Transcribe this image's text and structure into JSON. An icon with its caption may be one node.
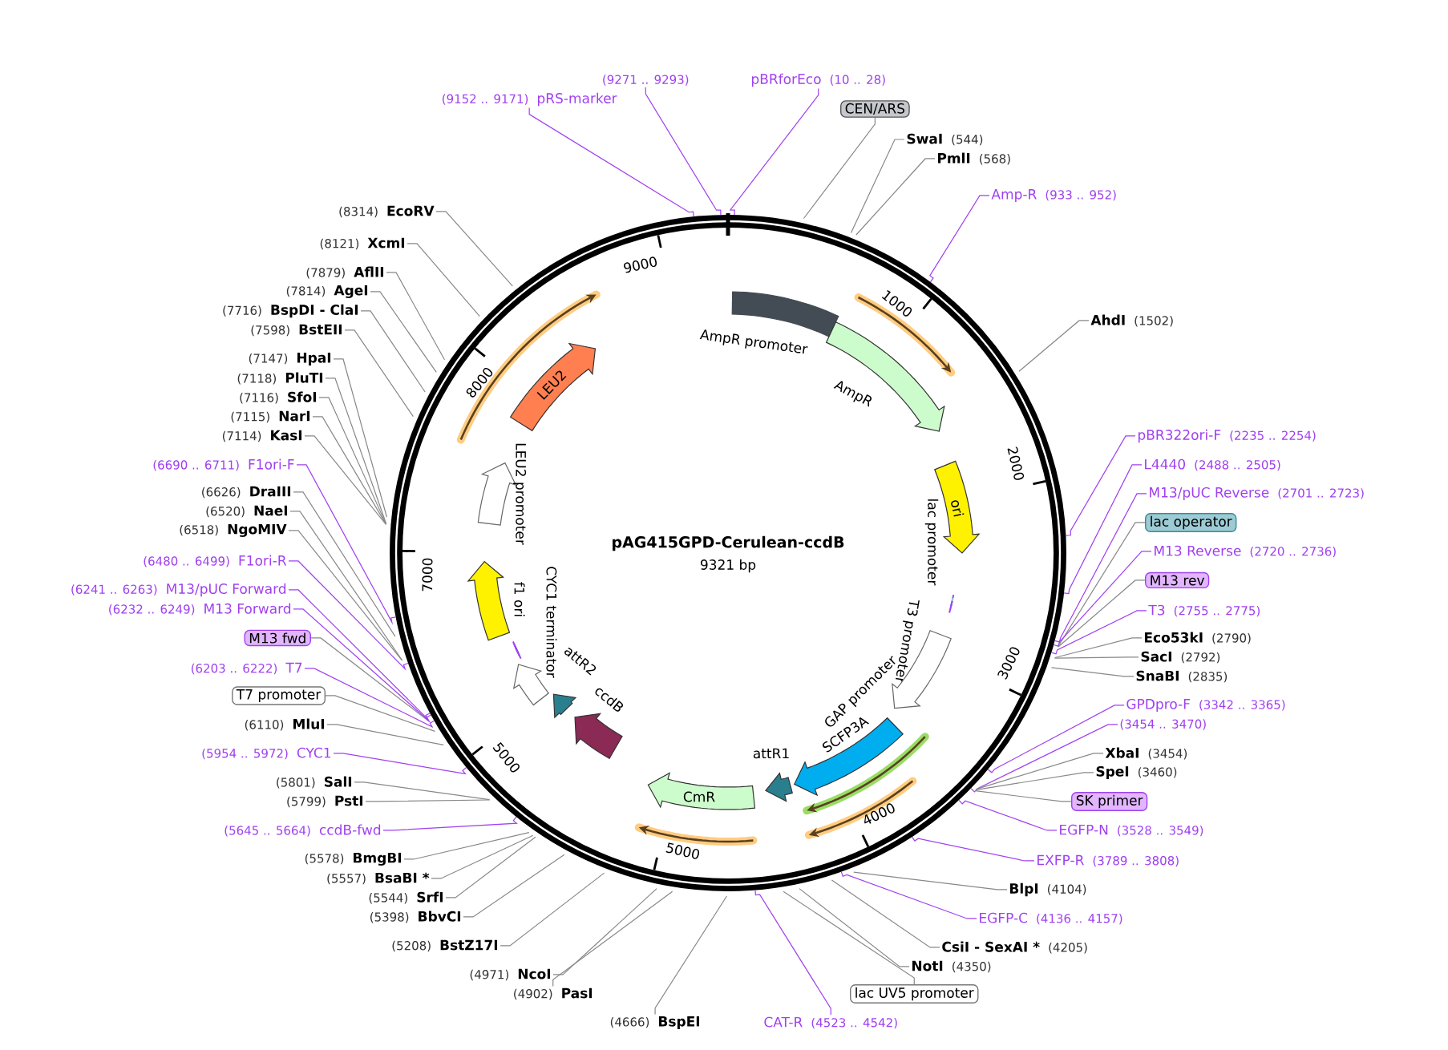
{
  "diagram": {
    "title": "pAG415GPD-Cerulean-ccdB",
    "nodes": [
      {
        "text": [
          "pBRforEco",
          "(10 .. 28)"
        ]
      },
      {
        "text": [
          "CEN/ARS"
        ]
      },
      {
        "text": [
          "SwaI",
          "(544)"
        ]
      },
      {
        "text": [
          "PmlI",
          "(568)"
        ]
      },
      {
        "text": [
          "Amp-R",
          "(933 .. 952)"
        ]
      },
      {
        "text": [
          "AhdI",
          "(1502)"
        ]
      },
      {
        "text": [
          "pBR322ori-F",
          "(2235 .. 2254)"
        ]
      },
      {
        "text": [
          "L4440",
          "(2488 .. 2505)"
        ]
      },
      {
        "text": [
          "M13/pUC Reverse",
          "(2701 .. 2723)"
        ]
      },
      {
        "text": [
          "lac operator"
        ]
      },
      {
        "text": [
          "M13 Reverse",
          "(2720 .. 2736)"
        ]
      },
      {
        "text": [
          "M13 rev"
        ]
      },
      {
        "text": [
          "T3",
          "(2755 .. 2775)"
        ]
      },
      {
        "text": [
          "Eco53kI",
          "(2790)"
        ]
      },
      {
        "text": [
          "SacI",
          "(2792)"
        ]
      },
      {
        "text": [
          "SnaBI",
          "(2835)"
        ]
      },
      {
        "text": [
          "GPDpro-F",
          "(3342 .. 3365)"
        ]
      },
      {
        "text": [
          "(3454 .. 3470)"
        ]
      },
      {
        "text": [
          "XbaI",
          "(3454)"
        ]
      },
      {
        "text": [
          "SpeI",
          "(3460)"
        ]
      },
      {
        "text": [
          "SK primer"
        ]
      },
      {
        "text": [
          "EGFP-N",
          "(3528 .. 3549)"
        ]
      },
      {
        "text": [
          "EXFP-R",
          "(3789 .. 3808)"
        ]
      },
      {
        "text": [
          "BlpI",
          "(4104)"
        ]
      },
      {
        "text": [
          "EGFP-C",
          "(4136 .. 4157)"
        ]
      },
      {
        "text": [
          "CsiI - SexAI *",
          "(4205)"
        ]
      },
      {
        "text": [
          "NotI",
          "(4350)"
        ]
      },
      {
        "text": [
          "lac UV5 promoter"
        ]
      },
      {
        "text": [
          "CAT-R",
          "(4523 .. 4542)"
        ]
      },
      {
        "text": [
          "(4666)",
          "BspEI"
        ]
      },
      {
        "text": [
          "(4902)",
          "PasI"
        ]
      },
      {
        "text": [
          "(4971)",
          "NcoI"
        ]
      },
      {
        "text": [
          "(5208)",
          "BstZ17I"
        ]
      },
      {
        "text": [
          "(5398)",
          "BbvCI"
        ]
      },
      {
        "text": [
          "(5544)",
          "SrfI"
        ]
      },
      {
        "text": [
          "(5557)",
          "BsaBI *"
        ]
      },
      {
        "text": [
          "(5578)",
          "BmgBI"
        ]
      },
      {
        "text": [
          "(5645 .. 5664)",
          "ccdB-fwd"
        ]
      },
      {
        "text": [
          "(5799)",
          "PstI"
        ]
      },
      {
        "text": [
          "(5801)",
          "SalI"
        ]
      },
      {
        "text": [
          "(5954 .. 5972)",
          "CYC1"
        ]
      },
      {
        "text": [
          "(6110)",
          "MluI"
        ]
      },
      {
        "text": [
          "T7 promoter"
        ]
      },
      {
        "text": [
          "(6203 .. 6222)",
          "T7"
        ]
      },
      {
        "text": [
          "M13 fwd"
        ]
      },
      {
        "text": [
          "(6232 .. 6249)",
          "M13 Forward"
        ]
      },
      {
        "text": [
          "(6241 .. 6263)",
          "M13/pUC Forward"
        ]
      },
      {
        "text": [
          "(6480 .. 6499)",
          "F1ori-R"
        ]
      },
      {
        "text": [
          "(6518)",
          "NgoMIV"
        ]
      },
      {
        "text": [
          "(6520)",
          "NaeI"
        ]
      },
      {
        "text": [
          "(6626)",
          "DraIII"
        ]
      },
      {
        "text": [
          "(6690 .. 6711)",
          "F1ori-F"
        ]
      },
      {
        "text": [
          "(7114)",
          "KasI"
        ]
      },
      {
        "text": [
          "(7115)",
          "NarI"
        ]
      },
      {
        "text": [
          "(7116)",
          "SfoI"
        ]
      },
      {
        "text": [
          "(7118)",
          "PluTI"
        ]
      },
      {
        "text": [
          "(7147)",
          "HpaI"
        ]
      },
      {
        "text": [
          "(7598)",
          "BstEII"
        ]
      },
      {
        "text": [
          "(7716)",
          "BspDI - ClaI"
        ]
      },
      {
        "text": [
          "(7814)",
          "AgeI"
        ]
      },
      {
        "text": [
          "(7879)",
          "AflII"
        ]
      },
      {
        "text": [
          "(8121)",
          "XcmI"
        ]
      },
      {
        "text": [
          "(8314)",
          "EcoRV"
        ]
      },
      {
        "text": [
          "(9152 .. 9171)",
          "pRS-marker"
        ]
      },
      {
        "text": [
          "(9271 .. 9293)"
        ]
      },
      {
        "text": [
          "AmpR promoter"
        ]
      },
      {
        "text": [
          "AmpR"
        ]
      },
      {
        "text": [
          "ori"
        ]
      },
      {
        "text": [
          "lac promoter"
        ]
      },
      {
        "text": [
          "T3 promoter"
        ]
      },
      {
        "text": [
          "GAP promoter"
        ]
      },
      {
        "text": [
          "SCFP3A"
        ]
      },
      {
        "text": [
          "attR1"
        ]
      },
      {
        "text": [
          "CmR"
        ]
      },
      {
        "text": [
          "ccdB"
        ]
      },
      {
        "text": [
          "attR2"
        ]
      },
      {
        "text": [
          "CYC1 terminator"
        ]
      },
      {
        "text": [
          "f1 ori"
        ]
      },
      {
        "text": [
          "LEU2 promoter"
        ]
      },
      {
        "text": [
          "LEU2"
        ]
      }
    ],
    "edges": [
      {
        "from": 0,
        "to": null,
        "arrow": "none",
        "color": "#a040f0"
      },
      {
        "from": 1,
        "to": null,
        "arrow": "none"
      },
      {
        "from": 2,
        "to": null,
        "arrow": "none"
      },
      {
        "from": 3,
        "to": null,
        "arrow": "none"
      },
      {
        "from": 4,
        "to": null,
        "arrow": "none",
        "color": "#a040f0"
      },
      {
        "from": 5,
        "to": null,
        "arrow": "none"
      },
      {
        "from": 6,
        "to": null,
        "arrow": "none",
        "color": "#a040f0"
      },
      {
        "from": 7,
        "to": null,
        "arrow": "none",
        "color": "#a040f0"
      },
      {
        "from": 8,
        "to": null,
        "arrow": "none",
        "color": "#a040f0"
      },
      {
        "from": 9,
        "to": null,
        "arrow": "none"
      },
      {
        "from": 10,
        "to": null,
        "arrow": "none",
        "color": "#a040f0"
      },
      {
        "from": 11,
        "to": null,
        "arrow": "none"
      },
      {
        "from": 12,
        "to": null,
        "arrow": "none",
        "color": "#a040f0"
      },
      {
        "from": 13,
        "to": null,
        "arrow": "none"
      },
      {
        "from": 14,
        "to": null,
        "arrow": "none"
      },
      {
        "from": 15,
        "to": null,
        "arrow": "none"
      },
      {
        "from": 16,
        "to": null,
        "arrow": "none",
        "color": "#a040f0"
      },
      {
        "from": 17,
        "to": null,
        "arrow": "none",
        "color": "#a040f0"
      },
      {
        "from": 18,
        "to": null,
        "arrow": "none"
      },
      {
        "from": 19,
        "to": null,
        "arrow": "none"
      },
      {
        "from": 20,
        "to": null,
        "arrow": "none"
      },
      {
        "from": 21,
        "to": null,
        "arrow": "none",
        "color": "#a040f0"
      },
      {
        "from": 22,
        "to": null,
        "arrow": "none",
        "color": "#a040f0"
      },
      {
        "from": 23,
        "to": null,
        "arrow": "none"
      },
      {
        "from": 24,
        "to": null,
        "arrow": "none",
        "color": "#a040f0"
      },
      {
        "from": 25,
        "to": null,
        "arrow": "none"
      },
      {
        "from": 26,
        "to": null,
        "arrow": "none"
      },
      {
        "from": 27,
        "to": null,
        "arrow": "none"
      },
      {
        "from": 28,
        "to": null,
        "arrow": "none",
        "color": "#a040f0"
      },
      {
        "from": 29,
        "to": null,
        "arrow": "none"
      },
      {
        "from": 30,
        "to": null,
        "arrow": "none"
      },
      {
        "from": 31,
        "to": null,
        "arrow": "none"
      },
      {
        "from": 32,
        "to": null,
        "arrow": "none"
      },
      {
        "from": 33,
        "to": null,
        "arrow": "none"
      },
      {
        "from": 34,
        "to": null,
        "arrow": "none"
      },
      {
        "from": 35,
        "to": null,
        "arrow": "none"
      },
      {
        "from": 36,
        "to": null,
        "arrow": "none"
      },
      {
        "from": 37,
        "to": null,
        "arrow": "none",
        "color": "#a040f0"
      },
      {
        "from": 38,
        "to": null,
        "arrow": "none"
      },
      {
        "from": 39,
        "to": null,
        "arrow": "none"
      },
      {
        "from": 40,
        "to": null,
        "arrow": "none",
        "color": "#a040f0"
      },
      {
        "from": 41,
        "to": null,
        "arrow": "none"
      },
      {
        "from": 42,
        "to": null,
        "arrow": "none"
      },
      {
        "from": 43,
        "to": null,
        "arrow": "none",
        "color": "#a040f0"
      },
      {
        "from": 44,
        "to": null,
        "arrow": "none"
      },
      {
        "from": 45,
        "to": null,
        "arrow": "none",
        "color": "#a040f0"
      },
      {
        "from": 46,
        "to": null,
        "arrow": "none",
        "color": "#a040f0"
      },
      {
        "from": 47,
        "to": null,
        "arrow": "none",
        "color": "#a040f0"
      },
      {
        "from": 48,
        "to": null,
        "arrow": "none"
      },
      {
        "from": 49,
        "to": null,
        "arrow": "none"
      },
      {
        "from": 50,
        "to": null,
        "arrow": "none"
      },
      {
        "from": 51,
        "to": null,
        "arrow": "none",
        "color": "#a040f0"
      },
      {
        "from": 52,
        "to": null,
        "arrow": "none"
      },
      {
        "from": 53,
        "to": null,
        "arrow": "none"
      },
      {
        "from": 54,
        "to": null,
        "arrow": "none"
      },
      {
        "from": 55,
        "to": null,
        "arrow": "none"
      },
      {
        "from": 56,
        "to": null,
        "arrow": "none"
      },
      {
        "from": 57,
        "to": null,
        "arrow": "none"
      },
      {
        "from": 58,
        "to": null,
        "arrow": "none"
      },
      {
        "from": 59,
        "to": null,
        "arrow": "none"
      },
      {
        "from": 60,
        "to": null,
        "arrow": "none"
      },
      {
        "from": 61,
        "to": null,
        "arrow": "none"
      },
      {
        "from": 62,
        "to": null,
        "arrow": "none"
      },
      {
        "from": 63,
        "to": null,
        "arrow": "none",
        "color": "#a040f0"
      },
      {
        "from": 64,
        "to": null,
        "arrow": "none",
        "color": "#a040f0"
      }
    ],
    "labels": [
      "9321 bp",
      "1000",
      "2000",
      "3000",
      "4000",
      "5000",
      "5000",
      "7000",
      "8000",
      "9000"
    ]
  }
}
